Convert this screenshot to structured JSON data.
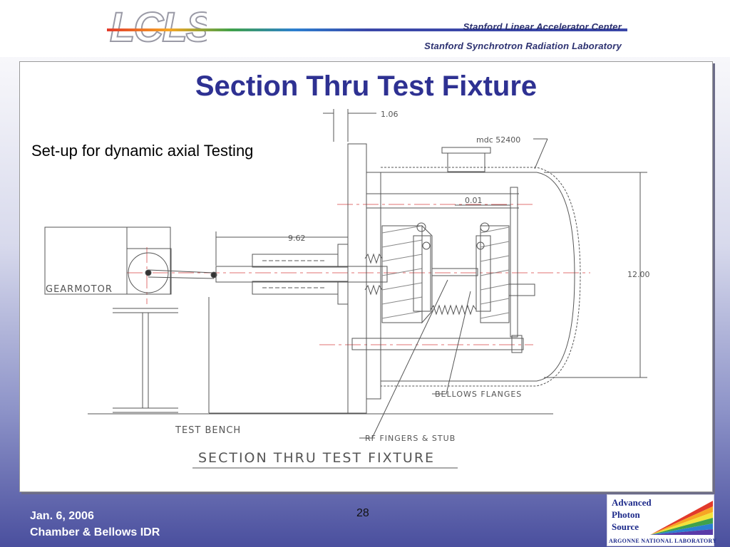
{
  "header": {
    "logo_text": "LCLS",
    "org_line_1": "Stanford Linear Accelerator Center",
    "org_line_2": "Stanford Synchrotron Radiation Laboratory"
  },
  "slide": {
    "title": "Section Thru Test Fixture",
    "subtitle": "Set-up for dynamic axial Testing"
  },
  "drawing": {
    "labels": {
      "dim_top": "1.06",
      "part_number": "mdc 52400",
      "gap": "0.01",
      "dim_left": "9.62",
      "dim_right": "12.00",
      "gearmotor": "GEARMOTOR",
      "bellows_flanges": "BELLOWS FLANGES",
      "rf_fingers": "RF FINGERS & STUB",
      "test_bench": "TEST BENCH",
      "caption": "SECTION THRU TEST FIXTURE"
    }
  },
  "footer": {
    "date": "Jan. 6, 2006",
    "title": "Chamber & Bellows IDR",
    "slide_number": "28"
  },
  "aps_logo": {
    "line_1": "Advanced",
    "line_2": "Photon",
    "line_3": "Source",
    "lab": "ARGONNE NATIONAL LABORATORY"
  },
  "colors": {
    "title": "#2e3192",
    "cad_lines": "#555555",
    "centerline": "#e07070",
    "footer_text": "#ffffff"
  }
}
